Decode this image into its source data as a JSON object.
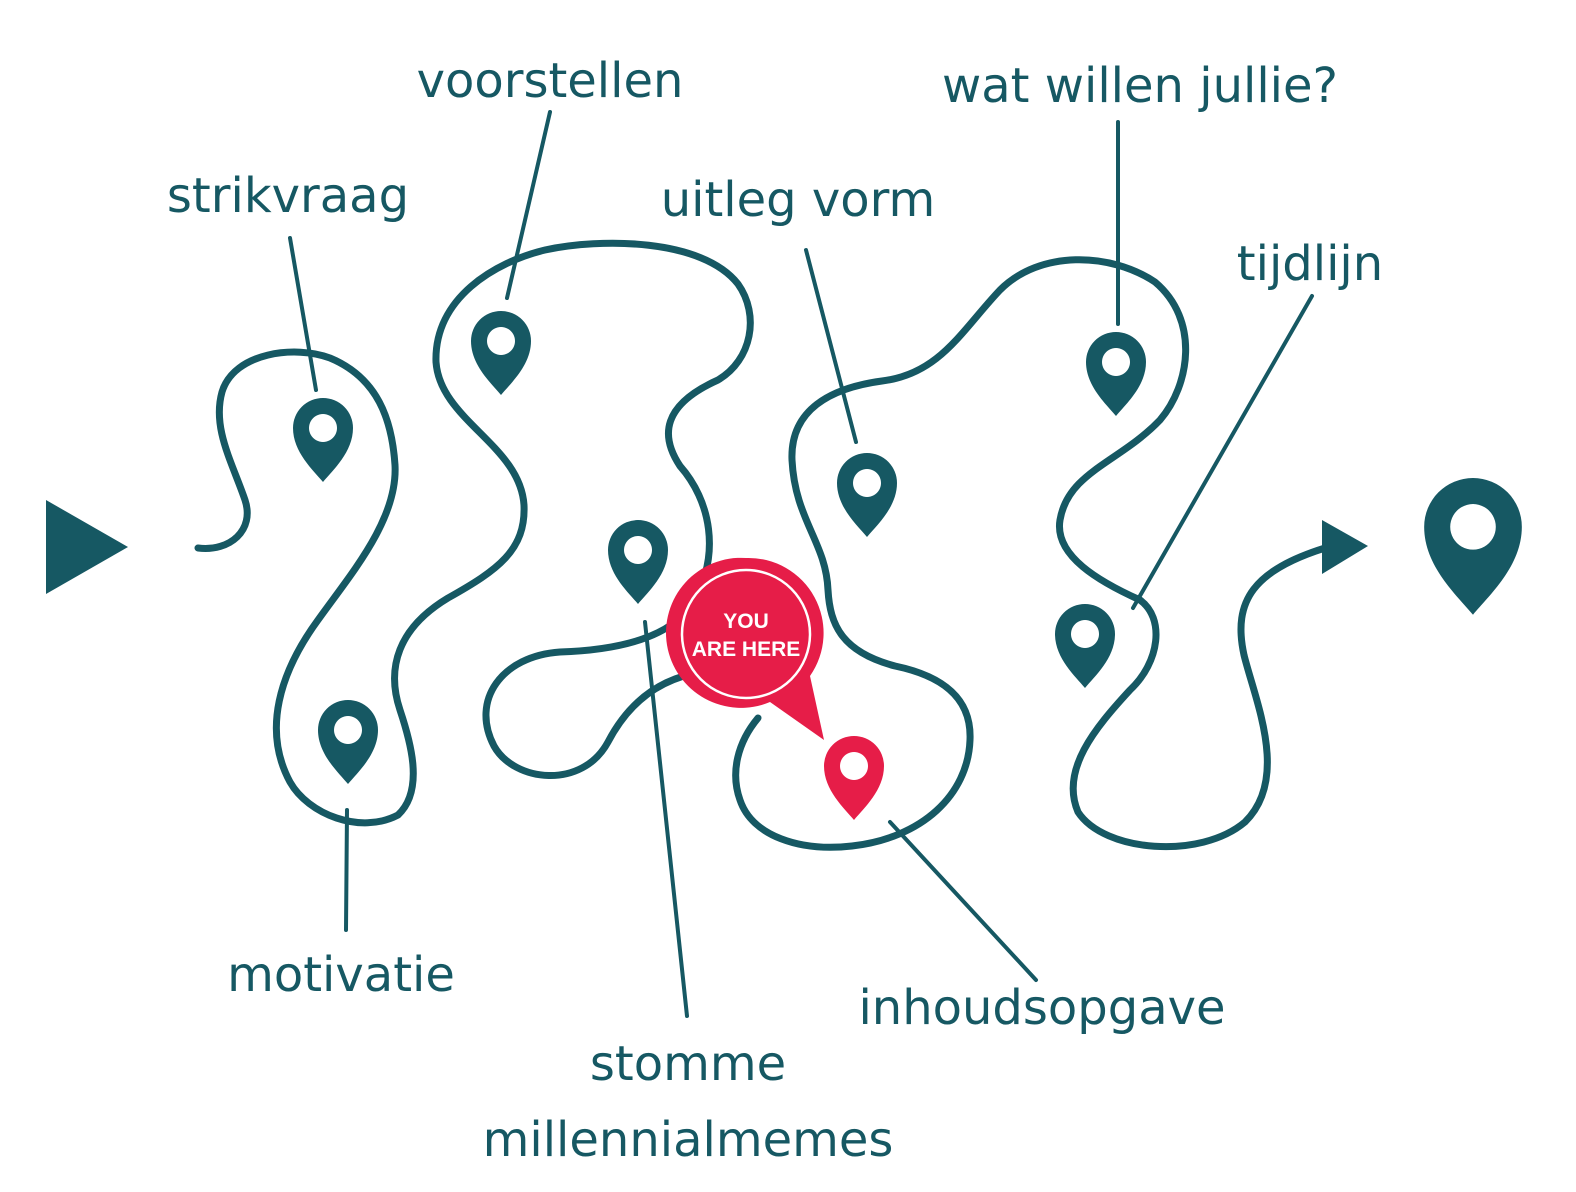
{
  "colors": {
    "primary": "#165863",
    "accent": "#e61d48",
    "background": "#ffffff"
  },
  "start_marker": {
    "icon": "play-triangle-icon"
  },
  "end_marker": {
    "icon": "destination-pin-icon"
  },
  "stops": [
    {
      "id": "strikvraag",
      "label": "strikvraag",
      "icon": "map-pin-icon"
    },
    {
      "id": "motivatie",
      "label": "motivatie",
      "icon": "map-pin-icon"
    },
    {
      "id": "voorstellen",
      "label": "voorstellen",
      "icon": "map-pin-icon"
    },
    {
      "id": "stomme",
      "label_lines": [
        "stomme",
        "millennialmemes"
      ],
      "icon": "map-pin-icon"
    },
    {
      "id": "inhoudsopgave",
      "label": "inhoudsopgave",
      "icon": "map-pin-icon",
      "current": true
    },
    {
      "id": "uitleg",
      "label": "uitleg vorm",
      "icon": "map-pin-icon"
    },
    {
      "id": "wat",
      "label": "wat willen jullie?",
      "icon": "map-pin-icon"
    },
    {
      "id": "tijdlijn",
      "label": "tijdlijn",
      "icon": "map-pin-icon"
    }
  ],
  "you_are_here": {
    "line1": "YOU",
    "line2": "ARE HERE",
    "icon": "speech-bubble-icon"
  }
}
